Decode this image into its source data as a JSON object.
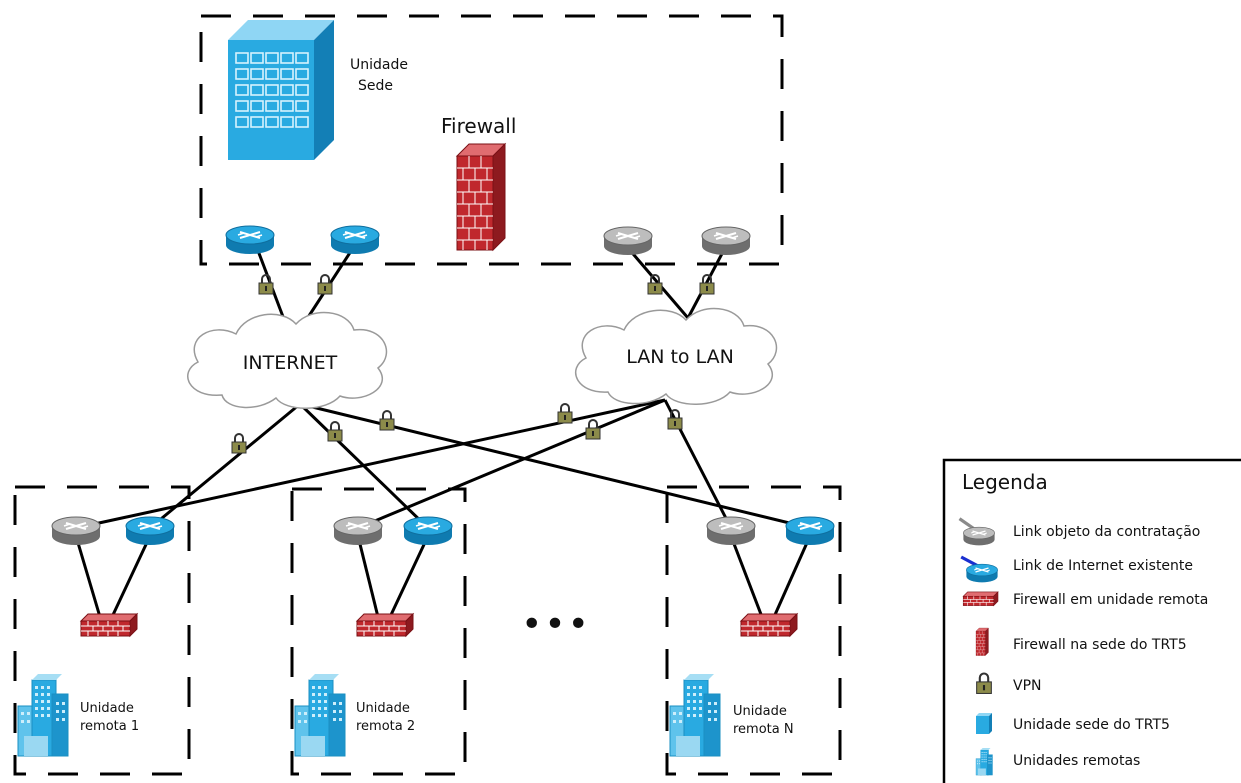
{
  "hq": {
    "label_line1": "Unidade",
    "label_line2": "Sede",
    "firewall_label": "Firewall"
  },
  "clouds": {
    "internet": "INTERNET",
    "lan": "LAN to LAN"
  },
  "remotes": [
    {
      "line1": "Unidade",
      "line2": "remota 1"
    },
    {
      "line1": "Unidade",
      "line2": "remota 2"
    },
    {
      "line1": "Unidade",
      "line2": "remota N"
    }
  ],
  "ellipsis": "•••",
  "legend": {
    "title": "Legenda",
    "items": [
      {
        "icon": "gray-router-icon",
        "label": "Link objeto da contratação"
      },
      {
        "icon": "blue-router-icon",
        "label": "Link de Internet existente"
      },
      {
        "icon": "small-firewall-icon",
        "label": "Firewall em unidade remota"
      },
      {
        "icon": "tall-firewall-icon",
        "label": "Firewall na sede do TRT5"
      },
      {
        "icon": "padlock-icon",
        "label": "VPN"
      },
      {
        "icon": "hq-building-icon",
        "label": "Unidade sede do TRT5"
      },
      {
        "icon": "remote-building-icon",
        "label": "Unidades remotas"
      }
    ]
  },
  "colors": {
    "blue_router": "#1a9fd8",
    "gray_router": "#9a9a9a",
    "firewall_red": "#c0282d",
    "building_blue": "#29aae1",
    "link_line": "#000000"
  }
}
